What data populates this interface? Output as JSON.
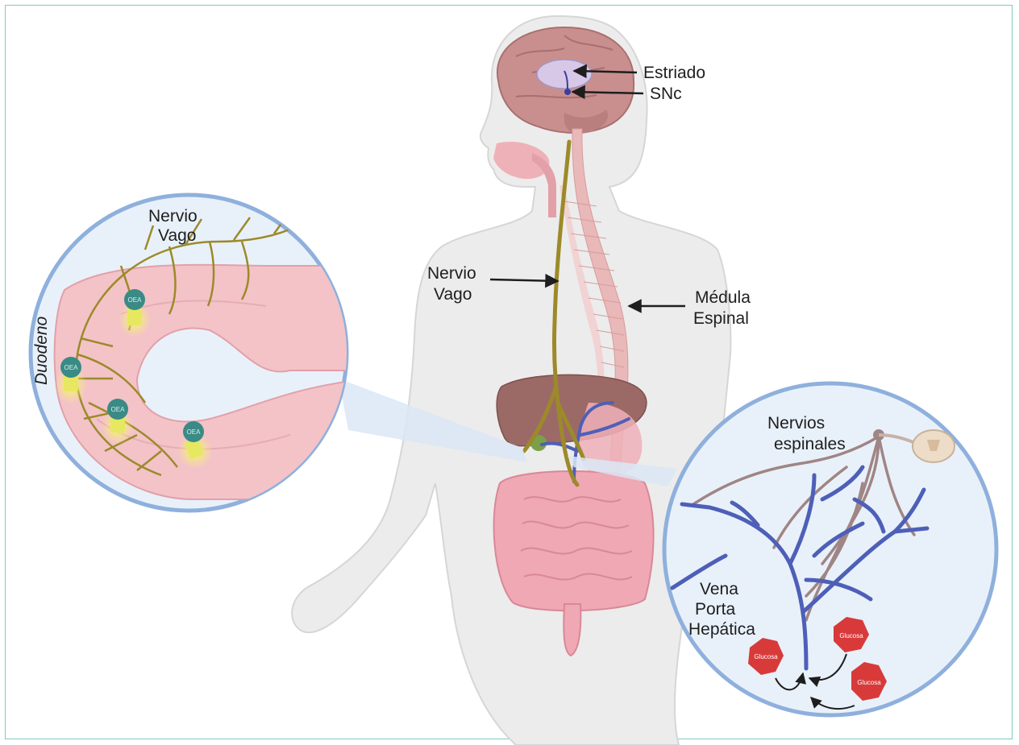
{
  "labels": {
    "estriado": "Estriado",
    "snc": "SNc",
    "nervio_vago_body_1": "Nervio",
    "nervio_vago_body_2": "Vago",
    "medula_1": "Médula",
    "medula_2": "Espinal",
    "nervio_vago_inset_1": "Nervio",
    "nervio_vago_inset_2": "Vago",
    "duodeno": "Duodeno",
    "nervios_espinales_1": "Nervios",
    "nervios_espinales_2": "espinales",
    "vena_1": "Vena",
    "vena_2": "Porta",
    "vena_3": "Hepática"
  },
  "oea_cells": [
    "OEA",
    "OEA",
    "OEA",
    "OEA"
  ],
  "glucose_molecules": [
    "Glucosa",
    "Glucosa",
    "Glucosa"
  ],
  "colors": {
    "frame_border": "#7fcac2",
    "body_fill": "#ececec",
    "brain": "#c98f8f",
    "vagus_nerve": "#9c8a2a",
    "spinal_cord": "#e9b8b8",
    "liver": "#9c6a66",
    "intestine": "#efa8b4",
    "portal_vein": "#4e5fb8",
    "spinal_nerves": "#a08585",
    "inset_circle_fill": "#e8f1fa",
    "inset_circle_border": "#8fb0dc",
    "oea_cell": "#3a8a86",
    "oea_glow": "#eef26a",
    "glucose": "#d83a3a"
  }
}
